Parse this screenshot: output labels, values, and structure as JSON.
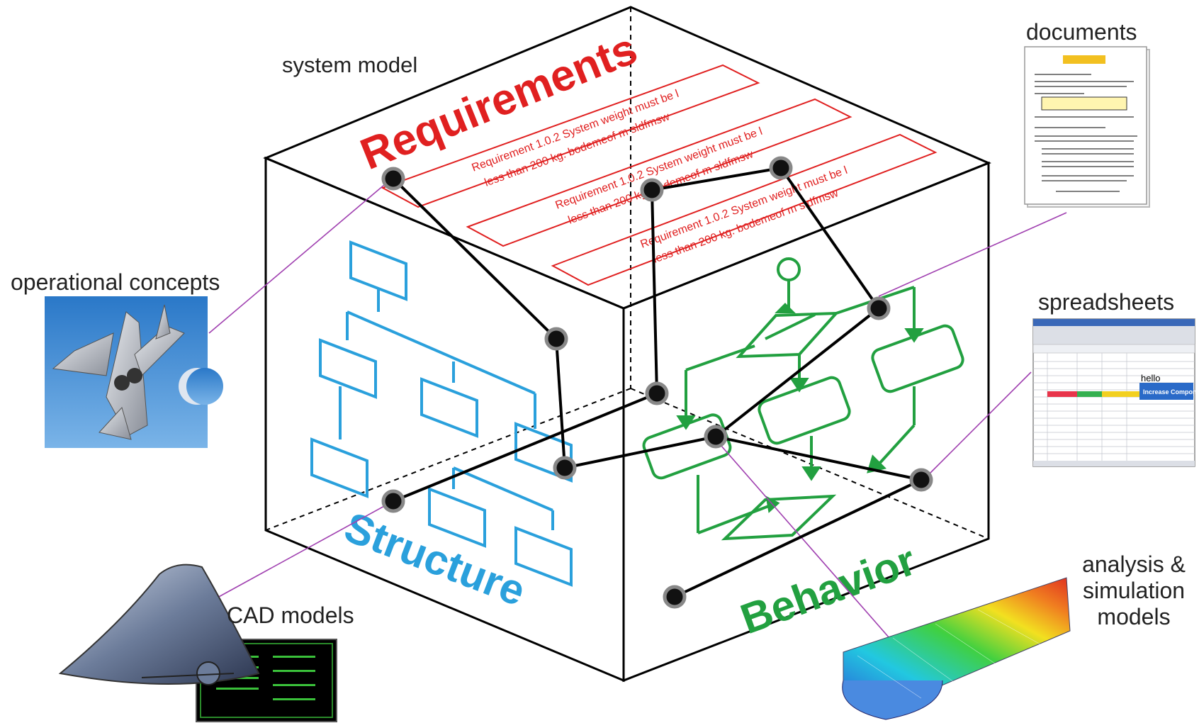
{
  "cube_faces": {
    "top": "Requirements",
    "left": "Structure",
    "right": "Behavior"
  },
  "system_model_label": "system model",
  "requirements": [
    {
      "line1": "Requirement 1.0.2  System weight must be l",
      "line2": "less  than 200 kg. bodemeof m sldfmsw"
    },
    {
      "line1": "Requirement 1.0.2  System weight must be l",
      "line2": "less  than 200 kg. bodemeof m sldfmsw"
    },
    {
      "line1": "Requirement 1.0.2  System weight must be l",
      "line2": "less  than 200 kg. bodemeof m sldfmsw"
    }
  ],
  "artifacts": {
    "operational_concepts": "operational concepts",
    "documents": "documents",
    "spreadsheets": "spreadsheets",
    "cad_models": "CAD models",
    "analysis_line1": "analysis &",
    "analysis_line2": "simulation",
    "analysis_line3": "models"
  },
  "spreadsheet_snippets": {
    "cell_text": "hello",
    "button_text": "Increase Component"
  },
  "colors": {
    "requirements": "#e02020",
    "structure": "#2aa0dc",
    "behavior": "#22a040",
    "links": "#000000",
    "trace_lines": "#a040b0"
  }
}
